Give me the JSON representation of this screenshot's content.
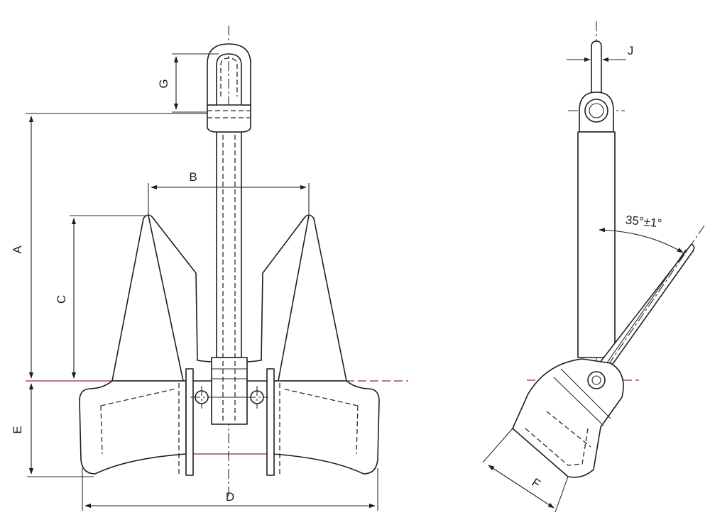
{
  "dimensions": {
    "A": "A",
    "B": "B",
    "C": "C",
    "D": "D",
    "E": "E",
    "F": "F",
    "G": "G",
    "J": "J"
  },
  "angle_label": "35°±1°",
  "colors": {
    "line": "#1e1e1e",
    "reference_line": "#8a2a3a",
    "background": "#ffffff"
  }
}
